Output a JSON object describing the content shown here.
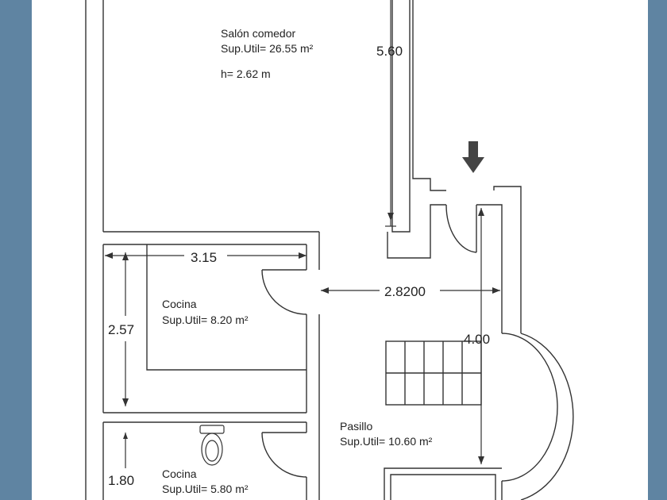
{
  "colors": {
    "frame": "#5f84a2",
    "paper": "#ffffff",
    "ink": "#333333",
    "arrow": "#444444"
  },
  "rooms": {
    "salon": {
      "name": "Salón comedor",
      "area": "Sup.Util= 26.55 m²",
      "height": "h= 2.62 m"
    },
    "cocina1": {
      "name": "Cocina",
      "area": "Sup.Util= 8.20 m²"
    },
    "cocina2": {
      "name": "Cocina",
      "area": "Sup.Util= 5.80 m²"
    },
    "pasillo": {
      "name": "Pasillo",
      "area": "Sup.Util= 10.60 m²"
    }
  },
  "dimensions": {
    "salon_height": "5.60",
    "kitchen_width": "3.15",
    "kitchen_height": "2.57",
    "corridor_width": "2.8200",
    "corridor_height": "4.00",
    "bath_height": "1.80"
  },
  "icons": {
    "entrance": "down-arrow-icon",
    "toilet": "toilet-icon"
  }
}
